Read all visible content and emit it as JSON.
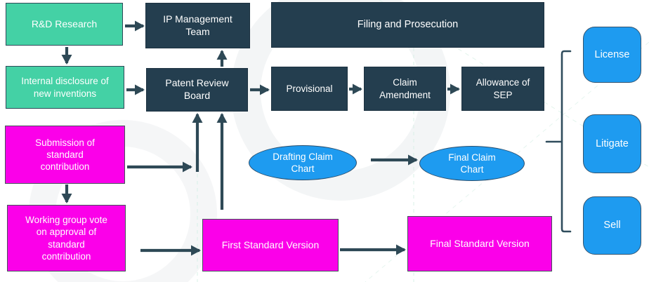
{
  "colors": {
    "teal_fill": "#44D1A5",
    "magenta_fill": "#FB00E9",
    "navy_fill": "#243E4F",
    "blue_fill": "#1E9BF0",
    "arrow": "#2E4956",
    "text": "#FFFFFF"
  },
  "diagram": {
    "rd_research": {
      "label": "R&D Research"
    },
    "internal_disclosure": {
      "label": "Internal disclosure of new inventions"
    },
    "submission": {
      "label": "Submission of standard contribution"
    },
    "working_group": {
      "label": "Working group vote on approval of standard contribution"
    },
    "ip_management": {
      "label": "IP Management Team"
    },
    "patent_review": {
      "label": "Patent Review Board"
    },
    "filing": {
      "label": "Filing and Prosecution"
    },
    "provisional": {
      "label": "Provisional"
    },
    "claim_amendment": {
      "label": "Claim Amendment"
    },
    "allowance": {
      "label": "Allowance of SEP"
    },
    "drafting_chart": {
      "label": "Drafting Claim Chart"
    },
    "final_chart": {
      "label": "Final Claim Chart"
    },
    "first_standard": {
      "label": "First Standard Version"
    },
    "final_standard": {
      "label": "Final Standard Version"
    },
    "license": {
      "label": "License"
    },
    "litigate": {
      "label": "Litigate"
    },
    "sell": {
      "label": "Sell"
    }
  }
}
